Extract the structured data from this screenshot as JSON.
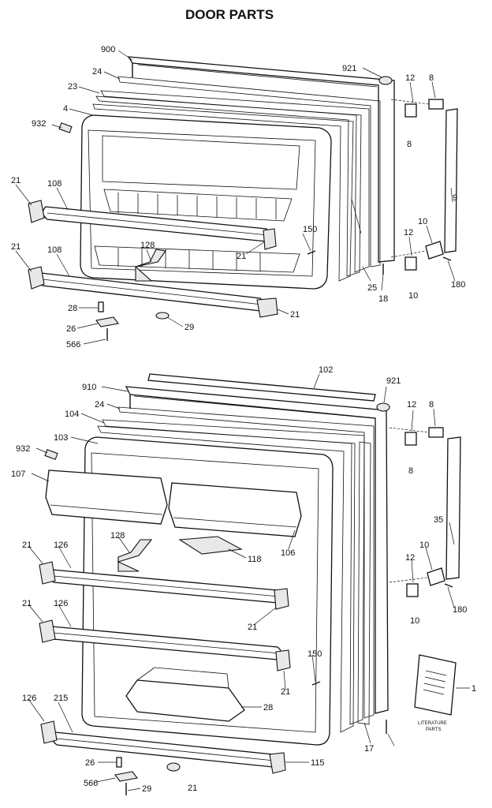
{
  "title": "DOOR PARTS",
  "top_labels": [
    "900",
    "24",
    "23",
    "4",
    "932",
    "21",
    "108",
    "21",
    "108",
    "28",
    "26",
    "566",
    "29",
    "21",
    "128",
    "21",
    "150",
    "25",
    "18",
    "921",
    "12",
    "8",
    "8",
    "9",
    "10",
    "12",
    "10",
    "180"
  ],
  "bottom_labels": [
    "102",
    "910",
    "921",
    "24",
    "104",
    "103",
    "932",
    "107",
    "12",
    "8",
    "8",
    "35",
    "10",
    "12",
    "10",
    "180",
    "128",
    "118",
    "106",
    "21",
    "126",
    "21",
    "126",
    "21",
    "150",
    "21",
    "126",
    "215",
    "28",
    "26",
    "566",
    "29",
    "21",
    "115",
    "17"
  ],
  "literature": {
    "line1": "LITERATURE",
    "line2": "PARTS",
    "ref": "1"
  }
}
